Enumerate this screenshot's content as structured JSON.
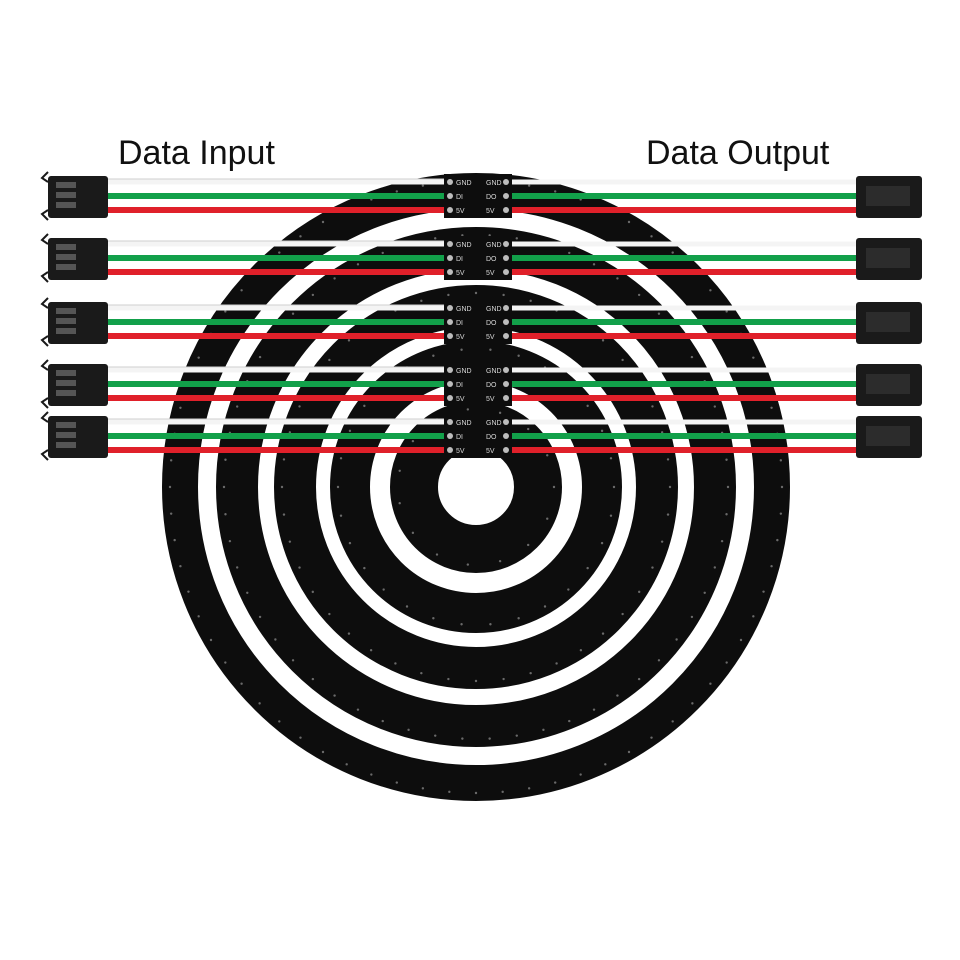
{
  "labels": {
    "input": "Data Input",
    "output": "Data Output"
  },
  "pad_labels": {
    "input_side": [
      "GND",
      "DI",
      "5V"
    ],
    "output_side": [
      "GND",
      "DO",
      "5V"
    ]
  },
  "ring_count": 5,
  "colors": {
    "pcb": "#0d0d0d",
    "wire_white": "#f4f4f4",
    "wire_green": "#12a04a",
    "wire_red": "#e0202a",
    "connector": "#1a1a1a",
    "background": "#ffffff"
  },
  "icons": [
    "ring-pcb-icon",
    "jst-connector-icon",
    "wire-icon"
  ]
}
